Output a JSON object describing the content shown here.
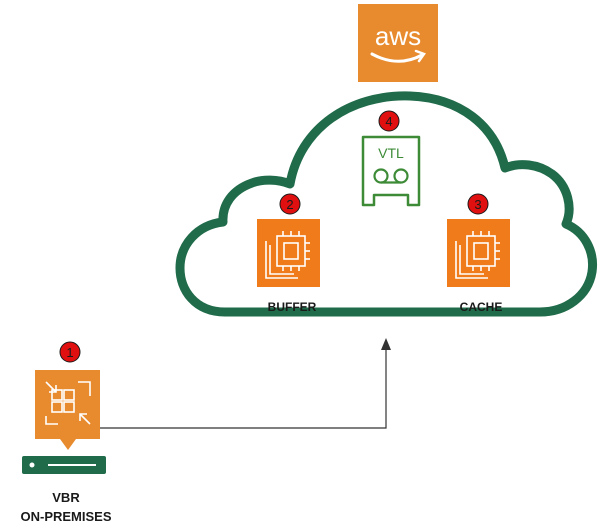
{
  "diagram": {
    "provider_logo": "aws",
    "colors": {
      "cloud_outline": "#1f6b4a",
      "aws_orange": "#e88b2e",
      "compute_orange": "#ef7b1a",
      "vtl_green": "#3d8b37",
      "badge_red": "#e01010",
      "server_green": "#1f6b4a",
      "connector": "#333333"
    },
    "nodes": {
      "vtl": {
        "label": "VTL",
        "badge": "4",
        "icon": "tape-icon"
      },
      "buffer": {
        "label": "BUFFER",
        "badge": "2",
        "icon": "ec2-chip-icon"
      },
      "cache": {
        "label": "CACHE",
        "badge": "3",
        "icon": "ec2-chip-icon"
      },
      "vbr": {
        "label_line1": "VBR",
        "label_line2": "ON-PREMISES",
        "badge": "1",
        "icon": "import-arrows-icon"
      }
    }
  }
}
